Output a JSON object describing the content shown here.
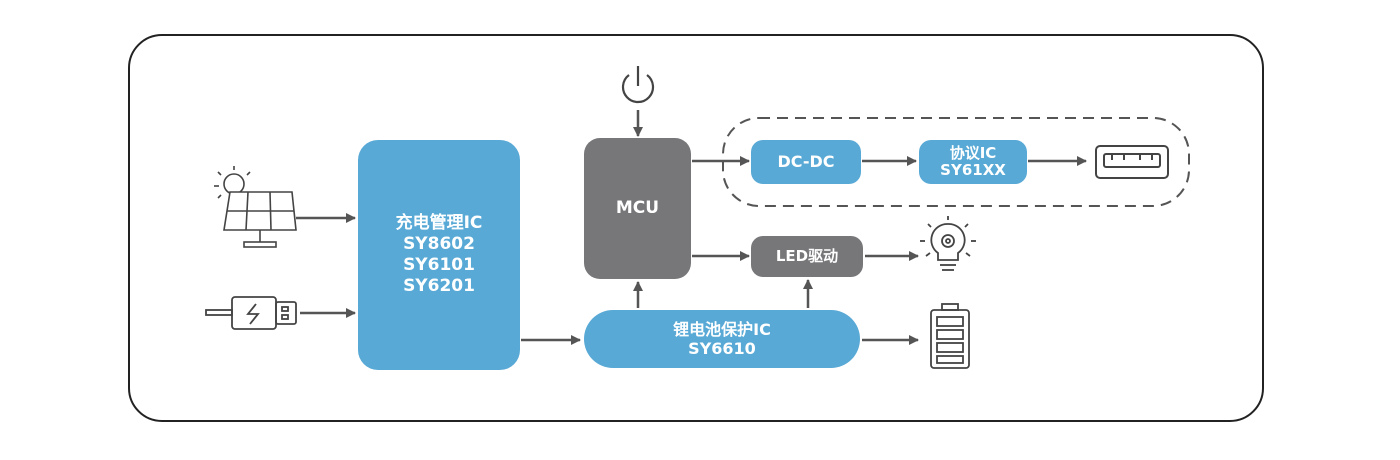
{
  "blocks": {
    "charge": {
      "title": "充电管理IC",
      "parts": [
        "SY8602",
        "SY6101",
        "SY6201"
      ]
    },
    "mcu": {
      "label": "MCU"
    },
    "dcdc": {
      "label": "DC-DC"
    },
    "protocol": {
      "title": "协议IC",
      "part": "SY61XX"
    },
    "led": {
      "label": "LED驱动"
    },
    "battery_protect": {
      "title": "锂电池保护IC",
      "part": "SY6610"
    }
  },
  "icons": {
    "power": "power-icon",
    "solar": "solar-panel-icon",
    "usb_cable": "usb-cable-icon",
    "usb_port": "usb-port-icon",
    "bulb": "light-bulb-icon",
    "battery": "battery-icon"
  },
  "colors": {
    "blue": "#58a9d6",
    "grey": "#77777a",
    "line": "#555555"
  }
}
